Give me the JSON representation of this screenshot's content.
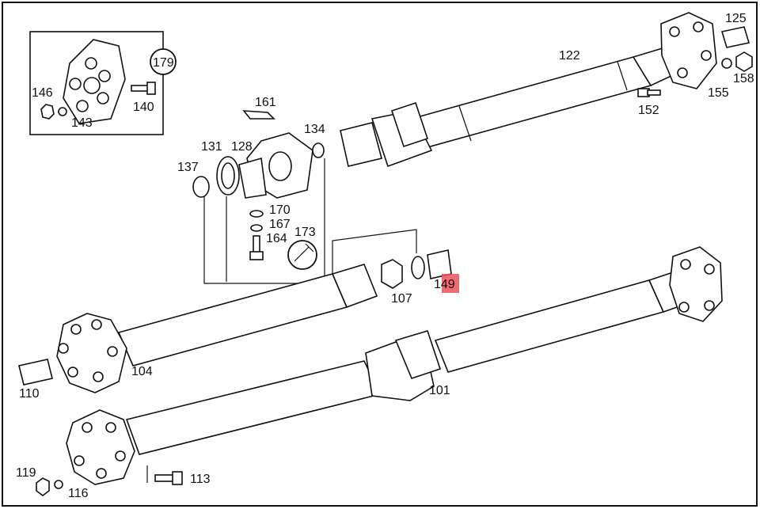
{
  "colors": {
    "highlight": "#e8545a",
    "line": "#111111",
    "background": "#ffffff"
  },
  "labels": {
    "p101": "101",
    "p104": "104",
    "p107": "107",
    "p110": "110",
    "p113": "113",
    "p116": "116",
    "p119": "119",
    "p122": "122",
    "p125": "125",
    "p128": "128",
    "p131": "131",
    "p134": "134",
    "p137": "137",
    "p140": "140",
    "p143": "143",
    "p146": "146",
    "p149": "149",
    "p152": "152",
    "p155": "155",
    "p158": "158",
    "p161": "161",
    "p164": "164",
    "p167": "167",
    "p170": "170",
    "p173": "173",
    "p179": "179"
  },
  "highlighted_part": "149"
}
